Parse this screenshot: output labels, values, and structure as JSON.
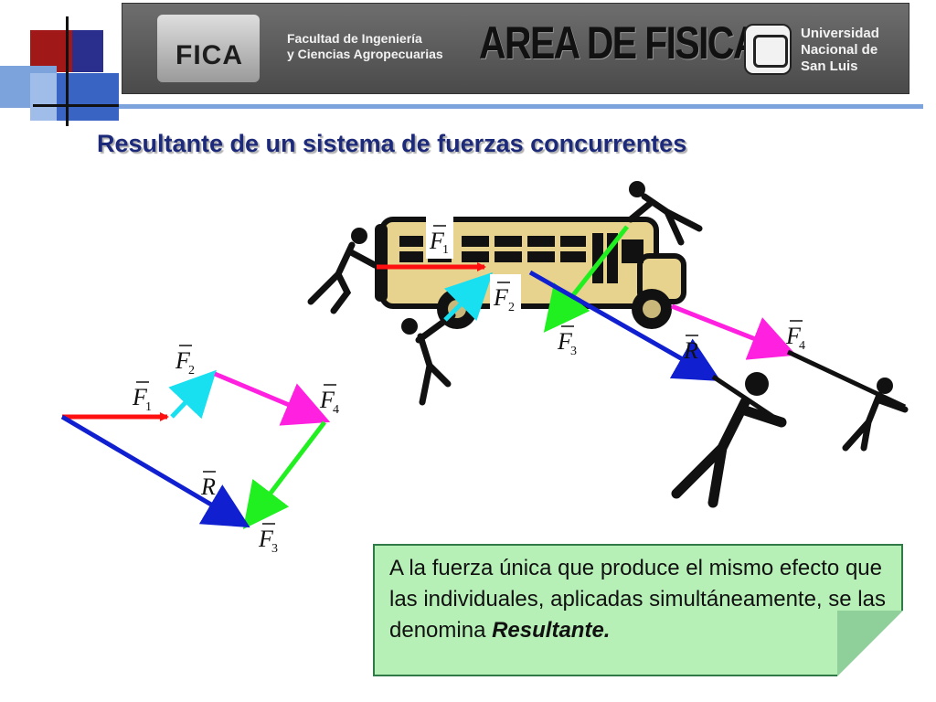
{
  "banner": {
    "logo_text": "FICA",
    "faculty_line1": "Facultad de Ingeniería",
    "faculty_line2": "y Ciencias Agropecuarias",
    "area": "AREA DE FISICA",
    "university_line1": "Universidad",
    "university_line2": "Nacional de",
    "university_line3": "San Luis"
  },
  "title": "Resultante de un sistema de fuerzas concurrentes",
  "vectors": {
    "F1": {
      "letter": "F",
      "sub": "1",
      "color": "#ff1010"
    },
    "F2": {
      "letter": "F",
      "sub": "2",
      "color": "#18e0f0"
    },
    "F3": {
      "letter": "F",
      "sub": "3",
      "color": "#20f020"
    },
    "F4": {
      "letter": "F",
      "sub": "4",
      "color": "#ff20e0"
    },
    "R": {
      "letter": "R",
      "sub": "",
      "color": "#1020d0"
    }
  },
  "note": {
    "text": "A la fuerza única que produce el mismo efecto que las individuales, aplicadas simultáneamente, se las denomina",
    "emphasis": "Resultante."
  }
}
